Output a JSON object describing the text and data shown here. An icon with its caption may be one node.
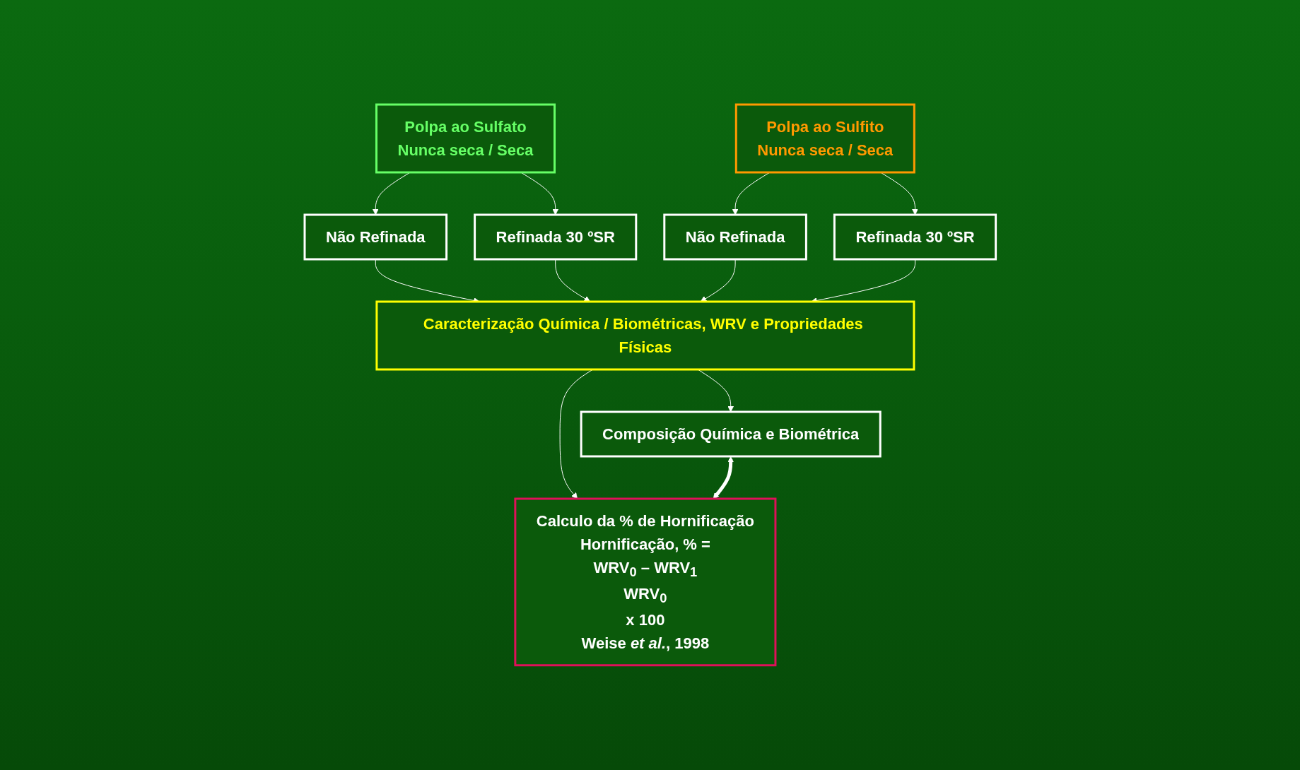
{
  "diagram": {
    "nodes": [
      {
        "text": [
          "Polpa ao Sulfato",
          "Nunca seca / Seca"
        ]
      },
      {
        "text": [
          "Polpa ao Sulfito",
          "Nunca seca / Seca"
        ]
      },
      {
        "text": [
          "Não Refinada"
        ]
      },
      {
        "text": [
          "Refinada 30 ºSR"
        ]
      },
      {
        "text": [
          "Não Refinada"
        ]
      },
      {
        "text": [
          "Refinada 30 ºSR"
        ]
      },
      {
        "text": [
          "Caracterização Química / Biométricas, WRV e Propriedades Físicas"
        ]
      },
      {
        "text": [
          "Composição Química e Biométrica"
        ]
      },
      {
        "text": [
          "Calculo da % de Hornificação",
          "Hornificação, % =",
          "WRV$_{0}$ – WRV$_{1}$",
          "WRV$_{0}$",
          "x 100",
          "Weise *et al.*, 1998"
        ]
      }
    ],
    "edges": [
      {
        "from": 0,
        "to": 2,
        "arrow": "to"
      },
      {
        "from": 0,
        "to": 3,
        "arrow": "to"
      },
      {
        "from": 1,
        "to": 4,
        "arrow": "to"
      },
      {
        "from": 1,
        "to": 5,
        "arrow": "to"
      },
      {
        "from": 2,
        "to": 6,
        "arrow": "to"
      },
      {
        "from": 3,
        "to": 6,
        "arrow": "to"
      },
      {
        "from": 4,
        "to": 6,
        "arrow": "to"
      },
      {
        "from": 5,
        "to": 6,
        "arrow": "to"
      },
      {
        "from": 6,
        "to": 7,
        "arrow": "to"
      },
      {
        "from": 6,
        "to": 8,
        "arrow": "to"
      },
      {
        "from": 7,
        "to": 8,
        "arrow": "both",
        "style": "thick"
      }
    ]
  }
}
